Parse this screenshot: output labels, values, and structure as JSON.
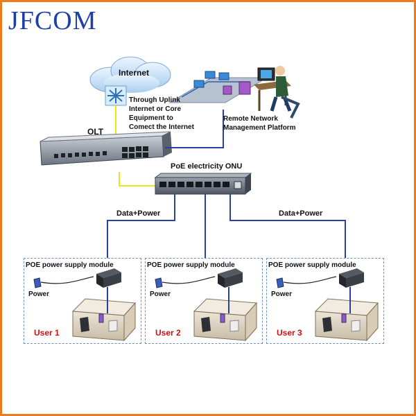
{
  "logo": "JFCOM",
  "cloud": {
    "label": "Internet"
  },
  "uplink": {
    "lines": [
      "Through Uplink",
      "Internet or Core",
      "Equipment to",
      "Comect the Internet"
    ]
  },
  "olt": {
    "label": "OLT"
  },
  "remote": {
    "lines": [
      "Remote Network",
      "Management Platform"
    ]
  },
  "onu": {
    "label": "PoE electricity ONU"
  },
  "links": {
    "left": "Data+Power",
    "right": "Data+Power"
  },
  "modules": [
    {
      "title": "POE power supply module",
      "power": "Power",
      "user": "User 1"
    },
    {
      "title": "POE power supply module",
      "power": "Power",
      "user": "User 2"
    },
    {
      "title": "POE power supply module",
      "power": "Power",
      "user": "User 3"
    }
  ],
  "colors": {
    "frame": "#f07a1a",
    "logo": "#1d3fa8",
    "link": "#2a3f9e",
    "fiber": "#f2e21a",
    "user": "#d21010"
  }
}
